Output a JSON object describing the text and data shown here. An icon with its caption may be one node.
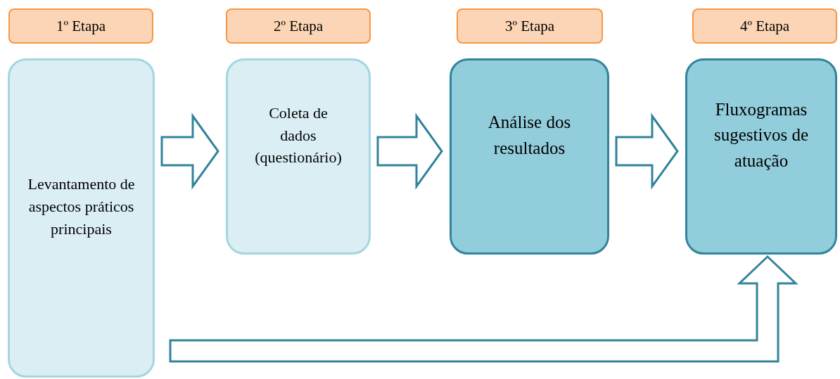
{
  "diagram": {
    "nodes": [
      {
        "text": [
          "1º Etapa"
        ]
      },
      {
        "text": [
          "2º Etapa"
        ]
      },
      {
        "text": [
          "3º Etapa"
        ]
      },
      {
        "text": [
          "4º Etapa"
        ]
      },
      {
        "text": [
          "Levantamento de aspectos práticos principais"
        ]
      },
      {
        "text": [
          "Coleta de dados (questionário)"
        ]
      },
      {
        "text": [
          "Análise dos resultados"
        ]
      },
      {
        "text": [
          "Fluxogramas sugestivos de atuação"
        ]
      }
    ],
    "edges": [
      {
        "from": 4,
        "to": 5,
        "arrow": "to"
      },
      {
        "from": 5,
        "to": 6,
        "arrow": "to"
      },
      {
        "from": 6,
        "to": 7,
        "arrow": "to"
      },
      {
        "from": 4,
        "to": 7,
        "arrow": "to"
      }
    ]
  }
}
